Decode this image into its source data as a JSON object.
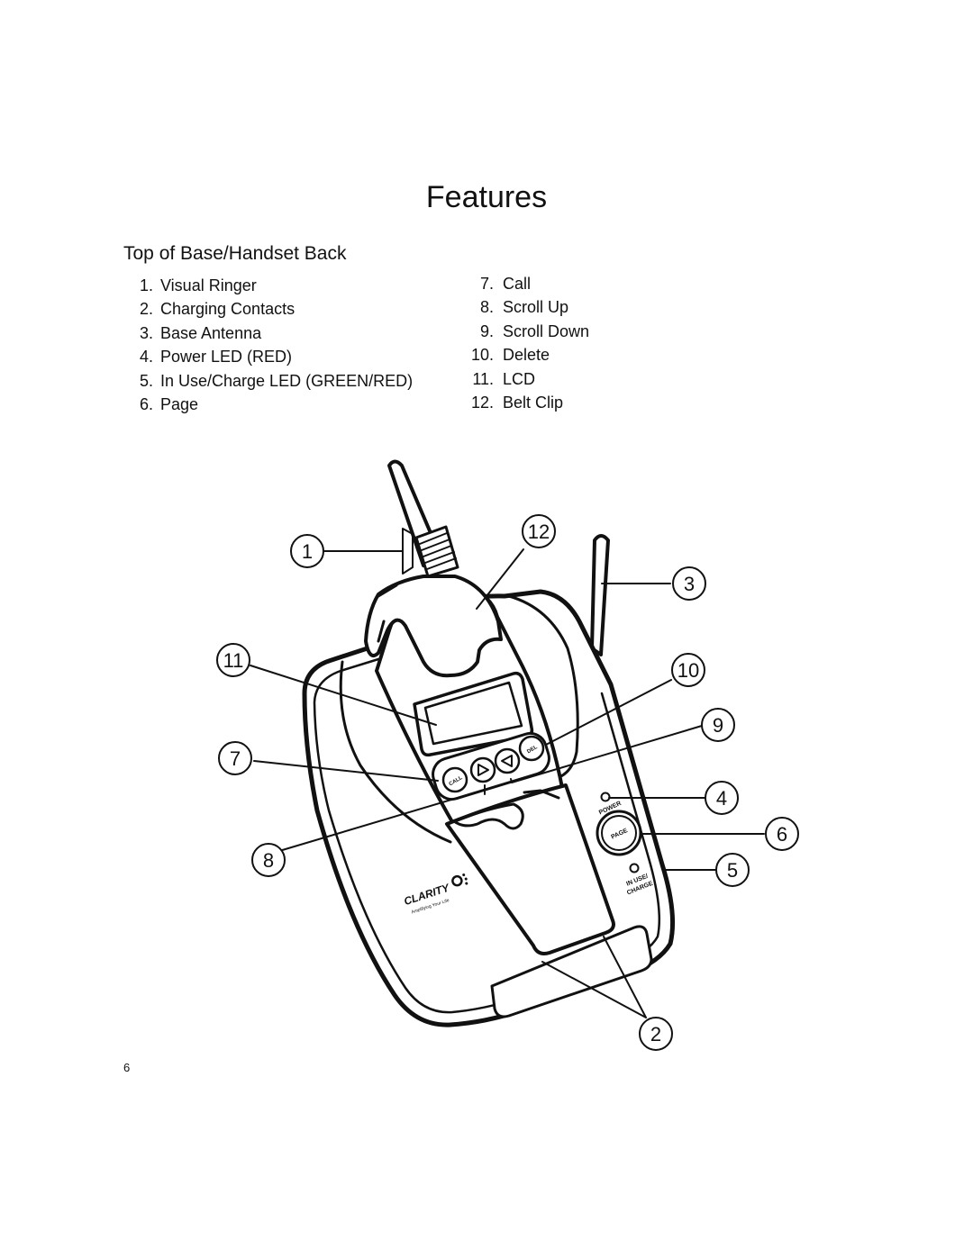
{
  "page": {
    "title": "Features",
    "section_heading": "Top of Base/Handset Back",
    "page_number": "6"
  },
  "features_left": [
    {
      "num": "1.",
      "label": "Visual Ringer"
    },
    {
      "num": "2.",
      "label": "Charging Contacts"
    },
    {
      "num": "3.",
      "label": "Base Antenna"
    },
    {
      "num": "4.",
      "label": "Power LED (RED)"
    },
    {
      "num": "5.",
      "label": "In Use/Charge LED (GREEN/RED)"
    },
    {
      "num": "6.",
      "label": "Page"
    }
  ],
  "features_right": [
    {
      "num": "7.",
      "label": "Call"
    },
    {
      "num": "8.",
      "label": "Scroll Up"
    },
    {
      "num": "9.",
      "label": "Scroll Down"
    },
    {
      "num": "10.",
      "label": "Delete"
    },
    {
      "num": "11.",
      "label": "LCD"
    },
    {
      "num": "12.",
      "label": "Belt Clip"
    }
  ],
  "diagram": {
    "callouts": [
      "1",
      "2",
      "3",
      "4",
      "5",
      "6",
      "7",
      "8",
      "9",
      "10",
      "11",
      "12"
    ],
    "button_labels": {
      "call": "CALL",
      "delete": "DEL",
      "page": "PAGE",
      "power": "POWER",
      "in_use_line1": "IN USE/",
      "in_use_line2": "CHARGE"
    },
    "brand": {
      "name": "CLARITY",
      "tagline": "Amplifying Your Life"
    }
  }
}
